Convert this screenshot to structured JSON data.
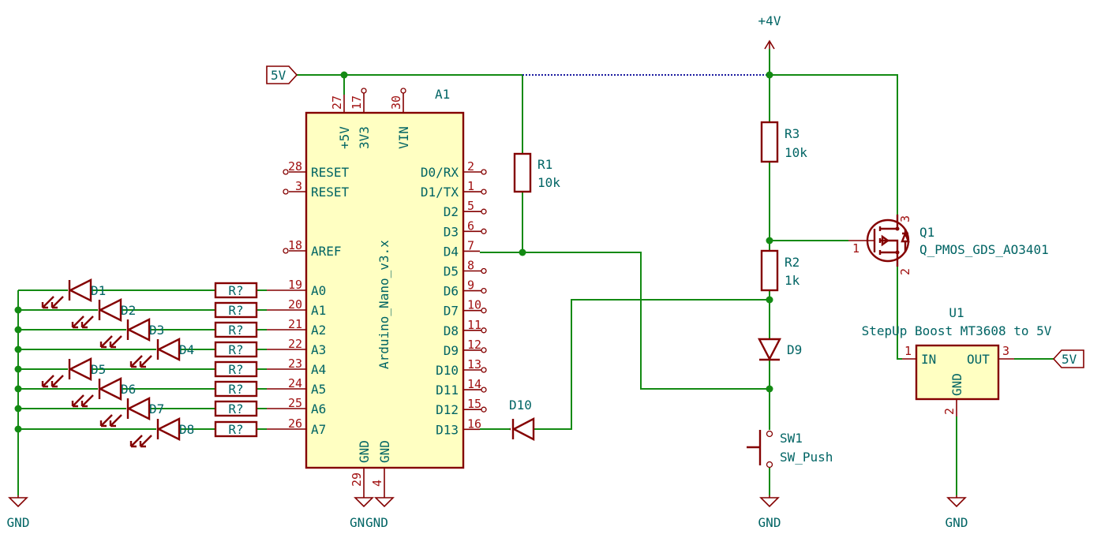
{
  "schematic": {
    "a1": {
      "ref": "A1",
      "value": "Arduino_Nano_v3.x",
      "top_pins": [
        {
          "num": "27",
          "name": "+5V"
        },
        {
          "num": "17",
          "name": "3V3"
        },
        {
          "num": "30",
          "name": "VIN"
        }
      ],
      "left_pins": [
        {
          "num": "28",
          "name": "RESET"
        },
        {
          "num": "3",
          "name": "RESET"
        },
        {
          "num": "18",
          "name": "AREF"
        },
        {
          "num": "19",
          "name": "A0"
        },
        {
          "num": "20",
          "name": "A1"
        },
        {
          "num": "21",
          "name": "A2"
        },
        {
          "num": "22",
          "name": "A3"
        },
        {
          "num": "23",
          "name": "A4"
        },
        {
          "num": "24",
          "name": "A5"
        },
        {
          "num": "25",
          "name": "A6"
        },
        {
          "num": "26",
          "name": "A7"
        }
      ],
      "right_pins": [
        {
          "num": "2",
          "name": "D0/RX"
        },
        {
          "num": "1",
          "name": "D1/TX"
        },
        {
          "num": "5",
          "name": "D2"
        },
        {
          "num": "6",
          "name": "D3"
        },
        {
          "num": "7",
          "name": "D4"
        },
        {
          "num": "8",
          "name": "D5"
        },
        {
          "num": "9",
          "name": "D6"
        },
        {
          "num": "10",
          "name": "D7"
        },
        {
          "num": "11",
          "name": "D8"
        },
        {
          "num": "12",
          "name": "D9"
        },
        {
          "num": "13",
          "name": "D10"
        },
        {
          "num": "14",
          "name": "D11"
        },
        {
          "num": "15",
          "name": "D12"
        },
        {
          "num": "16",
          "name": "D13"
        }
      ],
      "bottom_pins": [
        {
          "num": "29",
          "name": "GND"
        },
        {
          "num": "4",
          "name": "GND"
        }
      ]
    },
    "led_channels": [
      {
        "led": "D1",
        "resistor": "R?"
      },
      {
        "led": "D2",
        "resistor": "R?"
      },
      {
        "led": "D3",
        "resistor": "R?"
      },
      {
        "led": "D4",
        "resistor": "R?"
      },
      {
        "led": "D5",
        "resistor": "R?"
      },
      {
        "led": "D6",
        "resistor": "R?"
      },
      {
        "led": "D7",
        "resistor": "R?"
      },
      {
        "led": "D8",
        "resistor": "R?"
      }
    ],
    "r1": {
      "ref": "R1",
      "value": "10k"
    },
    "r2": {
      "ref": "R2",
      "value": "1k"
    },
    "r3": {
      "ref": "R3",
      "value": "10k"
    },
    "d9": {
      "ref": "D9"
    },
    "d10": {
      "ref": "D10"
    },
    "sw1": {
      "ref": "SW1",
      "value": "SW_Push"
    },
    "q1": {
      "ref": "Q1",
      "value": "Q_PMOS_GDS_AO3401",
      "pin_gate": "1",
      "pin_drain": "2",
      "pin_source": "3"
    },
    "u1": {
      "ref": "U1",
      "value": "StepUp Boost MT3608 to 5V",
      "pin_in_num": "1",
      "pin_in_name": "IN",
      "pin_out_num": "3",
      "pin_out_name": "OUT",
      "pin_gnd_num": "2",
      "pin_gnd_name": "GND"
    },
    "power": {
      "plus4v": "+4V",
      "gnd": "GND"
    },
    "labels": {
      "five_v_in": "5V",
      "five_v_out": "5V"
    }
  },
  "colors": {
    "wire": "#138a13",
    "component": "#840000",
    "body_fill": "#ffffc2",
    "text": "#006464",
    "pin_number": "#a01010",
    "bus_dashed": "#1a1aa0"
  }
}
